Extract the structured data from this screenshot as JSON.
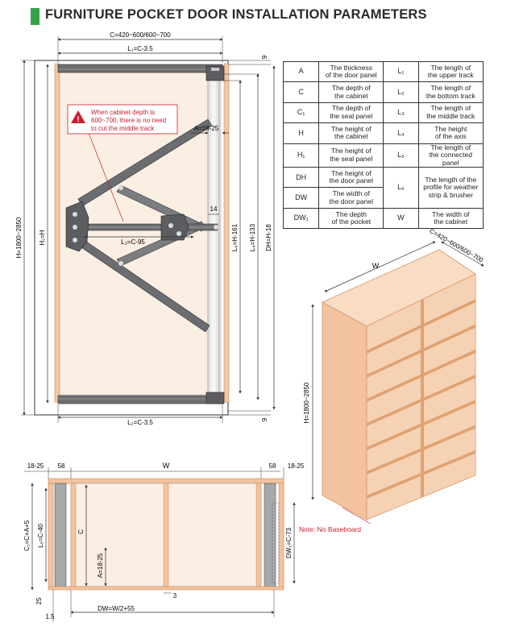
{
  "header": {
    "title": "FURNITURE POCKET DOOR INSTALLATION PARAMETERS",
    "accent_color": "#33a34a"
  },
  "params_table": {
    "rows": [
      {
        "sym1": "A",
        "desc1": [
          "The thickness",
          "of the door panel"
        ],
        "sym2": "L₁",
        "desc2": [
          "The length of",
          "the upper track"
        ]
      },
      {
        "sym1": "C",
        "desc1": [
          "The depth of",
          "the cabinet"
        ],
        "sym2": "L₂",
        "desc2": [
          "The length of",
          "the bottom track"
        ]
      },
      {
        "sym1": "C₁",
        "desc1": [
          "The depth of",
          "the seal panel"
        ],
        "sym2": "L₃",
        "desc2": [
          "The length of",
          "the middle track"
        ]
      },
      {
        "sym1": "H",
        "desc1": [
          "The height of",
          "the cabinet"
        ],
        "sym2": "L₄",
        "desc2": [
          "The height",
          "of the axis"
        ]
      },
      {
        "sym1": "H₁",
        "desc1": [
          "The height of",
          "the seal panel"
        ],
        "sym2": "L₅",
        "desc2": [
          "The length of",
          "the connected panel"
        ]
      },
      {
        "sym1": "DH",
        "desc1": [
          "The height of",
          "the door panel"
        ],
        "sym2": "L₆",
        "desc2": [
          "The length of the",
          "profile for weather",
          "strip & brusher"
        ]
      },
      {
        "sym1": "DW",
        "desc1": [
          "The width of",
          "the door panel"
        ]
      },
      {
        "sym1": "DW₁",
        "desc1": [
          "The depth",
          "of the pocket"
        ],
        "sym2": "W",
        "desc2": [
          "The width of",
          "the cabinet"
        ]
      }
    ]
  },
  "front_view": {
    "dim_c_top": "C=420~600/600~700",
    "dim_l1": "L₁=C-3.5",
    "dim_l2": "L₂=C-3.5",
    "dim_9_top": "9",
    "dim_9_bottom": "9",
    "dim_h": "H=1800~2850",
    "dim_h1": "H₁=H",
    "dim_a": "A=18-25",
    "dim_14": "14",
    "dim_l3": "L₃=C-95",
    "dim_l6": "L₆=H-161",
    "dim_l4": "L₄=H-133",
    "dim_dh": "DH=H-18",
    "warning_lines": [
      "When cabinet depth is",
      "600~700, there is no need",
      "to cut the middle track"
    ],
    "warning_color": "#c8202f"
  },
  "cabinet_view": {
    "dim_w": "W",
    "dim_c": "C=420~600/600~700",
    "dim_h": "H=1800~2850",
    "note": "Note: No Baseboard",
    "panel_color": "#f6d2b4",
    "edge_color": "#e0a273"
  },
  "top_view": {
    "dim_left_1825": "18-25",
    "dim_left_58": "58",
    "dim_w": "W",
    "dim_right_58": "58",
    "dim_right_1825": "18-25",
    "dim_c1": "C₁=C+A+5",
    "dim_l5": "L₅=C-40",
    "dim_c": "C",
    "dim_a": "A=18-25",
    "dim_dw1": "DW₁=C-73",
    "dim_25": "25",
    "dim_3": "3",
    "dim_dw": "DW=W/2+55",
    "dim_15": "1.5"
  }
}
